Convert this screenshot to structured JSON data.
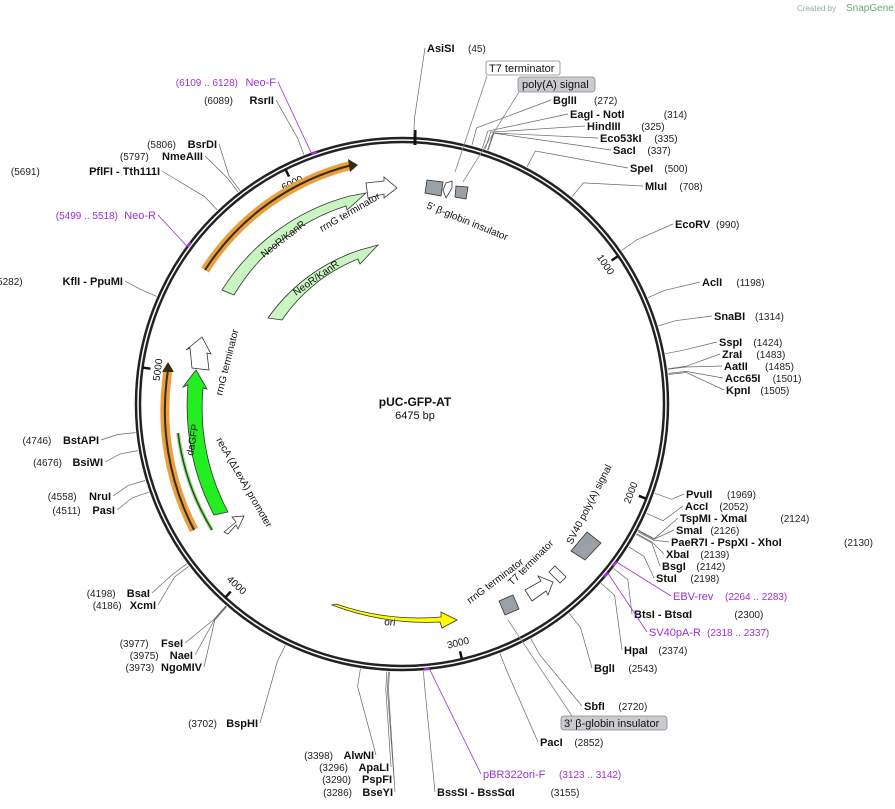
{
  "credit": {
    "created_by": "Created by",
    "brand": "SnapGene"
  },
  "plasmid": {
    "name": "pUC-GFP-AT",
    "length_label": "6475 bp",
    "length": 6475
  },
  "ticks": [
    {
      "bp": 1000,
      "label": "1000"
    },
    {
      "bp": 2000,
      "label": "2000"
    },
    {
      "bp": 3000,
      "label": "3000"
    },
    {
      "bp": 4000,
      "label": "4000"
    },
    {
      "bp": 5000,
      "label": "5000"
    },
    {
      "bp": 6000,
      "label": "6000"
    }
  ],
  "sites": [
    {
      "name": "AsiSI",
      "pos": "(45)",
      "bp": 45
    },
    {
      "name": "BglII",
      "pos": "(272)",
      "bp": 272
    },
    {
      "name": "EagI  -  NotI",
      "pos": "(314)",
      "bp": 314
    },
    {
      "name": "HindIII",
      "pos": "(325)",
      "bp": 325
    },
    {
      "name": "Eco53kI",
      "pos": "(335)",
      "bp": 335
    },
    {
      "name": "SacI",
      "pos": "(337)",
      "bp": 337
    },
    {
      "name": "SpeI",
      "pos": "(500)",
      "bp": 500
    },
    {
      "name": "MluI",
      "pos": "(708)",
      "bp": 708
    },
    {
      "name": "EcoRV",
      "pos": "(990)",
      "bp": 990
    },
    {
      "name": "AclI",
      "pos": "(1198)",
      "bp": 1198
    },
    {
      "name": "SnaBI",
      "pos": "(1314)",
      "bp": 1314
    },
    {
      "name": "SspI",
      "pos": "(1424)",
      "bp": 1424
    },
    {
      "name": "ZraI",
      "pos": "(1483)",
      "bp": 1483
    },
    {
      "name": "AatII",
      "pos": "(1485)",
      "bp": 1485
    },
    {
      "name": "Acc65I",
      "pos": "(1501)",
      "bp": 1501
    },
    {
      "name": "KpnI",
      "pos": "(1505)",
      "bp": 1505
    },
    {
      "name": "PvuII",
      "pos": "(1969)",
      "bp": 1969
    },
    {
      "name": "AccI",
      "pos": "(2052)",
      "bp": 2052
    },
    {
      "name": "TspMI  -  XmaI",
      "pos": "(2124)",
      "bp": 2124
    },
    {
      "name": "SmaI",
      "pos": "(2126)",
      "bp": 2126
    },
    {
      "name": "PaeR7I  -  PspXI  -  XhoI",
      "pos": "(2130)",
      "bp": 2130
    },
    {
      "name": "XbaI",
      "pos": "(2139)",
      "bp": 2139
    },
    {
      "name": "BsgI",
      "pos": "(2142)",
      "bp": 2142
    },
    {
      "name": "StuI",
      "pos": "(2198)",
      "bp": 2198
    },
    {
      "name": "BtsI  -  BtsαI",
      "pos": "(2300)",
      "bp": 2300
    },
    {
      "name": "HpaI",
      "pos": "(2374)",
      "bp": 2374
    },
    {
      "name": "BglI",
      "pos": "(2543)",
      "bp": 2543
    },
    {
      "name": "SbfI",
      "pos": "(2720)",
      "bp": 2720
    },
    {
      "name": "PacI",
      "pos": "(2852)",
      "bp": 2852
    },
    {
      "name": "BssSI  -  BssSαI",
      "pos": "(3155)",
      "bp": 3155
    },
    {
      "name": "BseYI",
      "pos": "(3286)",
      "bp": 3286
    },
    {
      "name": "PspFI",
      "pos": "(3290)",
      "bp": 3290
    },
    {
      "name": "ApaLI",
      "pos": "(3296)",
      "bp": 3296
    },
    {
      "name": "AlwNI",
      "pos": "(3398)",
      "bp": 3398
    },
    {
      "name": "BspHI",
      "pos": "(3702)",
      "bp": 3702
    },
    {
      "name": "NgoMIV",
      "pos": "(3973)",
      "bp": 3973
    },
    {
      "name": "NaeI",
      "pos": "(3975)",
      "bp": 3975
    },
    {
      "name": "FseI",
      "pos": "(3977)",
      "bp": 3977
    },
    {
      "name": "XcmI",
      "pos": "(4186)",
      "bp": 4186
    },
    {
      "name": "BsaI",
      "pos": "(4198)",
      "bp": 4198
    },
    {
      "name": "PasI",
      "pos": "(4511)",
      "bp": 4511
    },
    {
      "name": "NruI",
      "pos": "(4558)",
      "bp": 4558
    },
    {
      "name": "BsiWI",
      "pos": "(4676)",
      "bp": 4676
    },
    {
      "name": "BstAPI",
      "pos": "(4746)",
      "bp": 4746
    },
    {
      "name": "KflI  -  PpuMI",
      "pos": "(5282)",
      "bp": 5282
    },
    {
      "name": "PflFI  -  Tth111I",
      "pos": "(5691)",
      "bp": 5691
    },
    {
      "name": "NmeAIII",
      "pos": "(5797)",
      "bp": 5797
    },
    {
      "name": "BsrDI",
      "pos": "(5806)",
      "bp": 5806
    },
    {
      "name": "RsrII",
      "pos": "(6089)",
      "bp": 6089
    }
  ],
  "primers": [
    {
      "name": "Neo-F",
      "range": "(6109 .. 6128)",
      "bp": 6118
    },
    {
      "name": "Neo-R",
      "range": "(5499 .. 5518)",
      "bp": 5508
    },
    {
      "name": "EBV-rev",
      "range": "(2264 .. 2283)",
      "bp": 2273
    },
    {
      "name": "SV40pA-R",
      "range": "(2318 .. 2337)",
      "bp": 2327
    },
    {
      "name": "pBR322ori-F",
      "range": "(3123 .. 3142)",
      "bp": 3132
    }
  ],
  "outer_features": [
    {
      "name": "T7 terminator",
      "kind": "boxed"
    },
    {
      "name": "poly(A) signal",
      "kind": "grey"
    },
    {
      "name": "3' β-globin insulator",
      "kind": "grey"
    }
  ],
  "features": {
    "neo1": "NeoR/KanR",
    "neo2": "NeoR/KanR",
    "rrng_top": "rrnG terminator",
    "beta5": "5' β-globin insulator",
    "rrng_left": "rrnG terminator",
    "dagfp": "daGFP",
    "reca": "recA (ΔLexA) promoter",
    "ori": "ori",
    "t7_lower": "T7 terminator",
    "rrng_lower": "rrnG terminator",
    "sv40": "SV40 poly(A) signal"
  },
  "colors": {
    "neo": "#c8f5c0",
    "ori": "#ffff00",
    "dagfp": "#22ee22",
    "promoter": "#ffffff",
    "terminator_box": "#9aa0a8",
    "primer": "#9b30d9",
    "orf_outline": "#e8a040"
  }
}
